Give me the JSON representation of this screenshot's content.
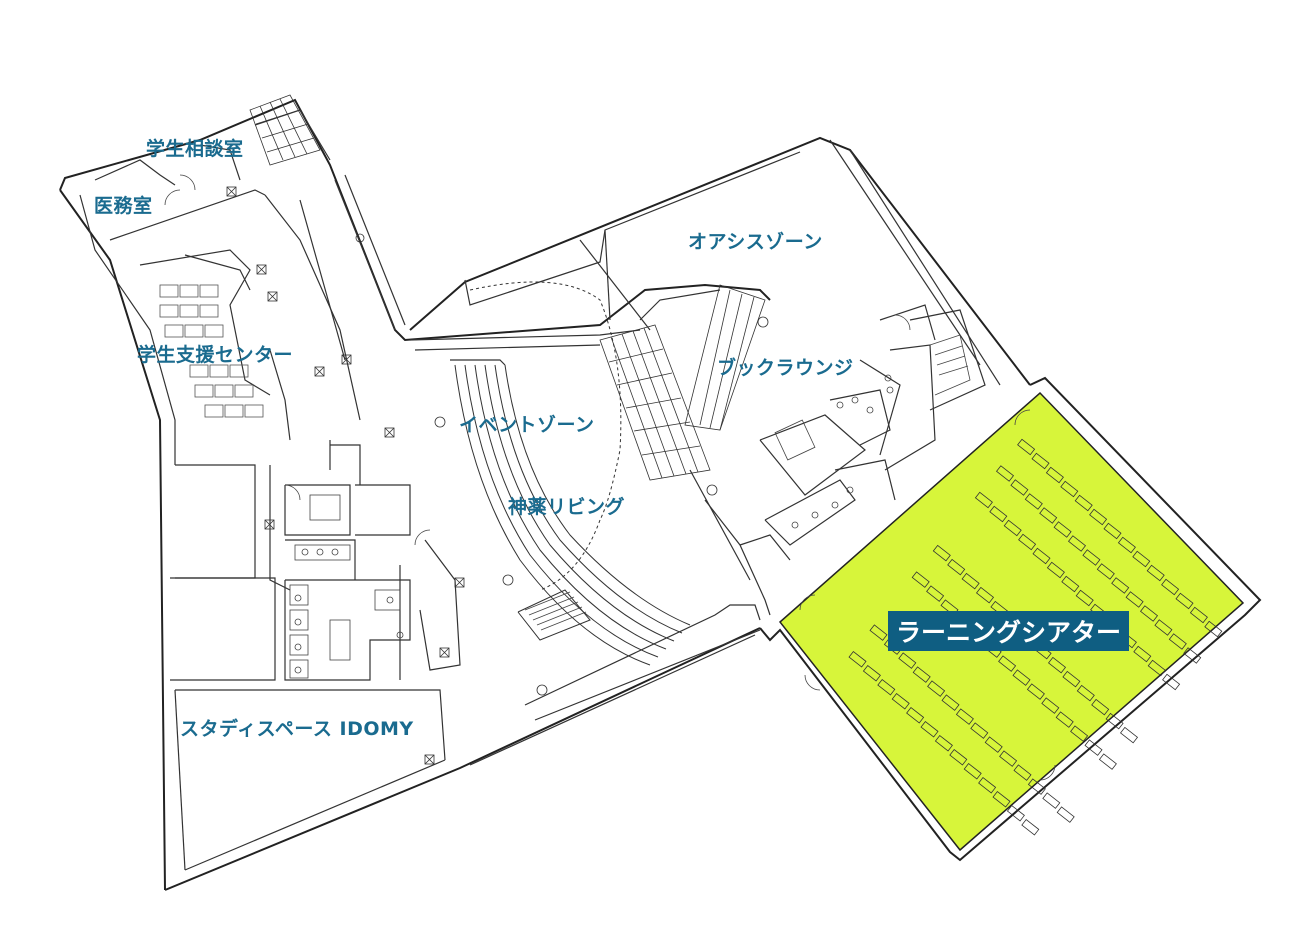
{
  "floor_plan": {
    "areas": {
      "counseling_room": "学生相談室",
      "medical_room": "医務室",
      "student_support_center": "学生支援センター",
      "oasis_zone": "オアシスゾーン",
      "book_lounge": "ブックラウンジ",
      "event_zone": "イベントゾーン",
      "shinyaku_living": "神薬リビング",
      "study_space": "スタディスペース IDOMY",
      "learning_theater": "ラーニングシアター"
    },
    "colors": {
      "label": "#1a6b8f",
      "highlight_fill": "#d7f53a",
      "highlight_label_bg": "#0f5e82",
      "line": "#222222"
    }
  }
}
